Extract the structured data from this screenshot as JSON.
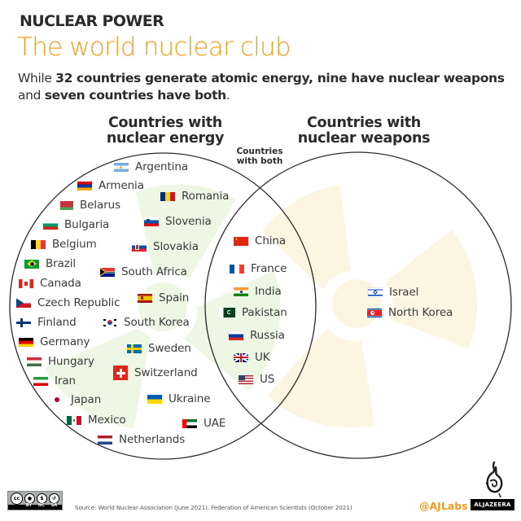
{
  "header": {
    "kicker": "NUCLEAR POWER",
    "title": "The world nuclear club",
    "subtitle": {
      "part1": "While ",
      "bold1": "32 countries generate atomic energy, nine have nuclear weapons",
      "part2": " and ",
      "bold2": "seven countries have both",
      "part3": "."
    }
  },
  "venn": {
    "left_title_line1": "Countries with",
    "left_title_line2": "nuclear energy",
    "right_title_line1": "Countries with",
    "right_title_line2": "nuclear weapons",
    "both_title_line1": "Countries",
    "both_title_line2": "with both",
    "colors": {
      "circle_stroke": "#2b2b2b",
      "energy_trefoil": "#eef6e4",
      "weapons_trefoil": "#fbf5e2"
    },
    "energy_only": [
      {
        "name": "Argentina",
        "flag": "argentina-flag"
      },
      {
        "name": "Armenia",
        "flag": "armenia-flag"
      },
      {
        "name": "Belarus",
        "flag": "belarus-flag"
      },
      {
        "name": "Bulgaria",
        "flag": "bulgaria-flag"
      },
      {
        "name": "Belgium",
        "flag": "belgium-flag"
      },
      {
        "name": "Brazil",
        "flag": "brazil-flag"
      },
      {
        "name": "Canada",
        "flag": "canada-flag"
      },
      {
        "name": "Czech Republic",
        "flag": "czech-flag"
      },
      {
        "name": "Finland",
        "flag": "finland-flag"
      },
      {
        "name": "Germany",
        "flag": "germany-flag"
      },
      {
        "name": "Hungary",
        "flag": "hungary-flag"
      },
      {
        "name": "Iran",
        "flag": "iran-flag"
      },
      {
        "name": "Japan",
        "flag": "japan-flag"
      },
      {
        "name": "Mexico",
        "flag": "mexico-flag"
      },
      {
        "name": "Netherlands",
        "flag": "netherlands-flag"
      },
      {
        "name": "Romania",
        "flag": "romania-flag"
      },
      {
        "name": "Slovenia",
        "flag": "slovenia-flag"
      },
      {
        "name": "Slovakia",
        "flag": "slovakia-flag"
      },
      {
        "name": "South Africa",
        "flag": "south-africa-flag"
      },
      {
        "name": "Spain",
        "flag": "spain-flag"
      },
      {
        "name": "South Korea",
        "flag": "south-korea-flag"
      },
      {
        "name": "Sweden",
        "flag": "sweden-flag"
      },
      {
        "name": "Switzerland",
        "flag": "switzerland-flag"
      },
      {
        "name": "Ukraine",
        "flag": "ukraine-flag"
      },
      {
        "name": "UAE",
        "flag": "uae-flag"
      }
    ],
    "both": [
      {
        "name": "China",
        "flag": "china-flag"
      },
      {
        "name": "France",
        "flag": "france-flag"
      },
      {
        "name": "India",
        "flag": "india-flag"
      },
      {
        "name": "Pakistan",
        "flag": "pakistan-flag"
      },
      {
        "name": "Russia",
        "flag": "russia-flag"
      },
      {
        "name": "UK",
        "flag": "uk-flag"
      },
      {
        "name": "US",
        "flag": "us-flag"
      }
    ],
    "weapons_only": [
      {
        "name": "Israel",
        "flag": "israel-flag"
      },
      {
        "name": "North Korea",
        "flag": "north-korea-flag"
      }
    ]
  },
  "footer": {
    "source": "Source: World Nuclear Association (June 2021), Federation of American Scientists (October 2021)",
    "license": {
      "cc": "cc",
      "by": "BY",
      "nc": "NC",
      "sa": "SA"
    },
    "handle": "@AJLabs",
    "brand": "ALJAZEERA"
  }
}
